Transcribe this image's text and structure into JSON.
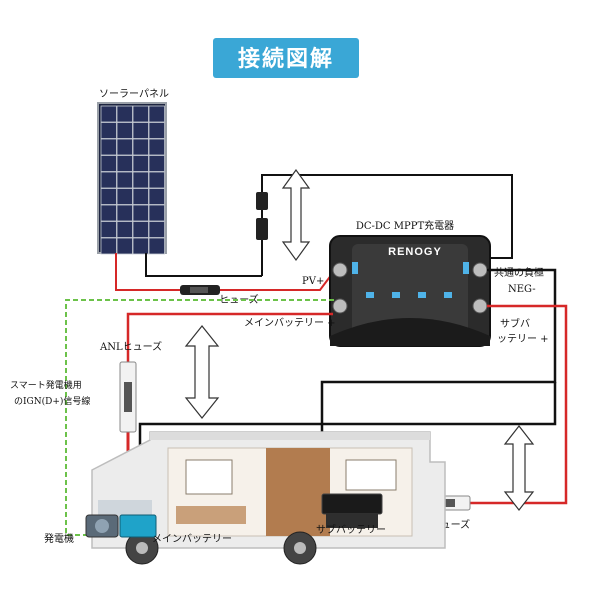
{
  "title": "接続図解",
  "colors": {
    "title_bg": "#3aa7d6",
    "wire_positive": "#d62828",
    "wire_negative": "#111111",
    "wire_signal": "#6cc24a",
    "arrow_fill": "#ffffff",
    "arrow_stroke": "#333333"
  },
  "labels": {
    "solar_panel": "ソーラーパネル",
    "charger": "DC-DC MPPT充電器",
    "brand": "RENOGY",
    "pv_plus": "PV+",
    "fuse": "ヒューズ",
    "common_negative": "共通の負極",
    "neg": "NEG-",
    "main_battery_plus": "メインバッテリー +",
    "sub_battery_plus_line1": "サブバ",
    "sub_battery_plus_line2": "ッテリー +",
    "anl_fuse_left": "ANLヒューズ",
    "smart_alt_line1": "スマート発電機用",
    "smart_alt_line2": "のIGN(D+)信号線",
    "alternator": "発電機",
    "main_battery": "メインバッテリー",
    "sub_battery": "サブバッテリー",
    "anl_fuse_right": "ANLヒューズ"
  }
}
